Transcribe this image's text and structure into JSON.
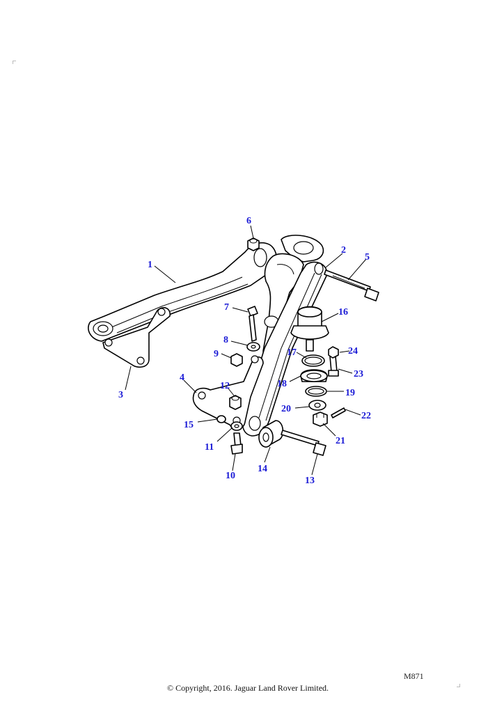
{
  "figure_code": "M871",
  "copyright": "© Copyright, 2016. Jaguar Land Rover Limited.",
  "colors": {
    "callout": "#1a1ad6",
    "line": "#000000",
    "background": "#ffffff"
  },
  "callouts": [
    "1",
    "2",
    "3",
    "4",
    "5",
    "6",
    "7",
    "8",
    "9",
    "10",
    "11",
    "12",
    "13",
    "14",
    "15",
    "16",
    "17",
    "18",
    "19",
    "20",
    "21",
    "22",
    "23",
    "24"
  ]
}
